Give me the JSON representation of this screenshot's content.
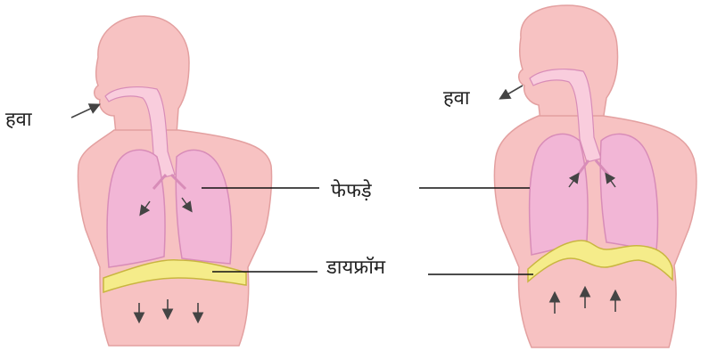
{
  "labels": {
    "air_left": "हवा",
    "air_right": "हवा",
    "lungs": "फेफड़े",
    "diaphragm": "डायफ्रॉम"
  },
  "colors": {
    "skin": "#f7c2c2",
    "skin_outline": "#e3a0a0",
    "lung": "#f2b6d6",
    "lung_outline": "#d88cb8",
    "trachea": "#f9cddd",
    "diaphragm": "#f5ec8a",
    "diaphragm_outline": "#c9b640",
    "arrow": "#444444",
    "pointer_line": "#111111"
  }
}
